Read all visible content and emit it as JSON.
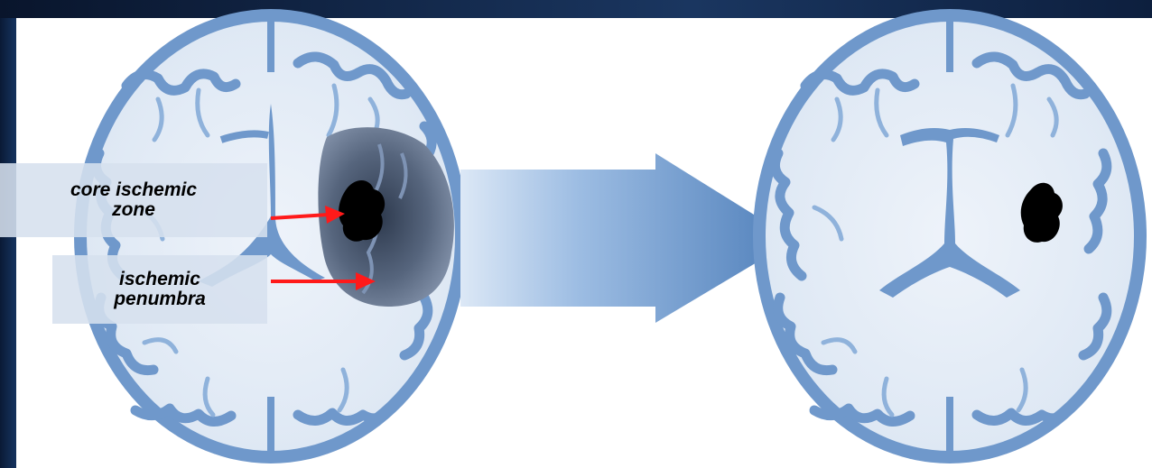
{
  "labels": {
    "core_line1": "core ischemic",
    "core_line2": "zone",
    "penumbra_line1": "ischemic",
    "penumbra_line2": "penumbra"
  },
  "colors": {
    "background": "#0f2447",
    "brain_tissue": "#e6eef8",
    "cortex_blue": "#7ea6d6",
    "core_lesion": "#000000",
    "penumbra": "#4f5f78",
    "arrow_pointer": "#ff1a1a",
    "big_arrow": "#5f8cc4",
    "label_box": "#d6e0ee"
  }
}
